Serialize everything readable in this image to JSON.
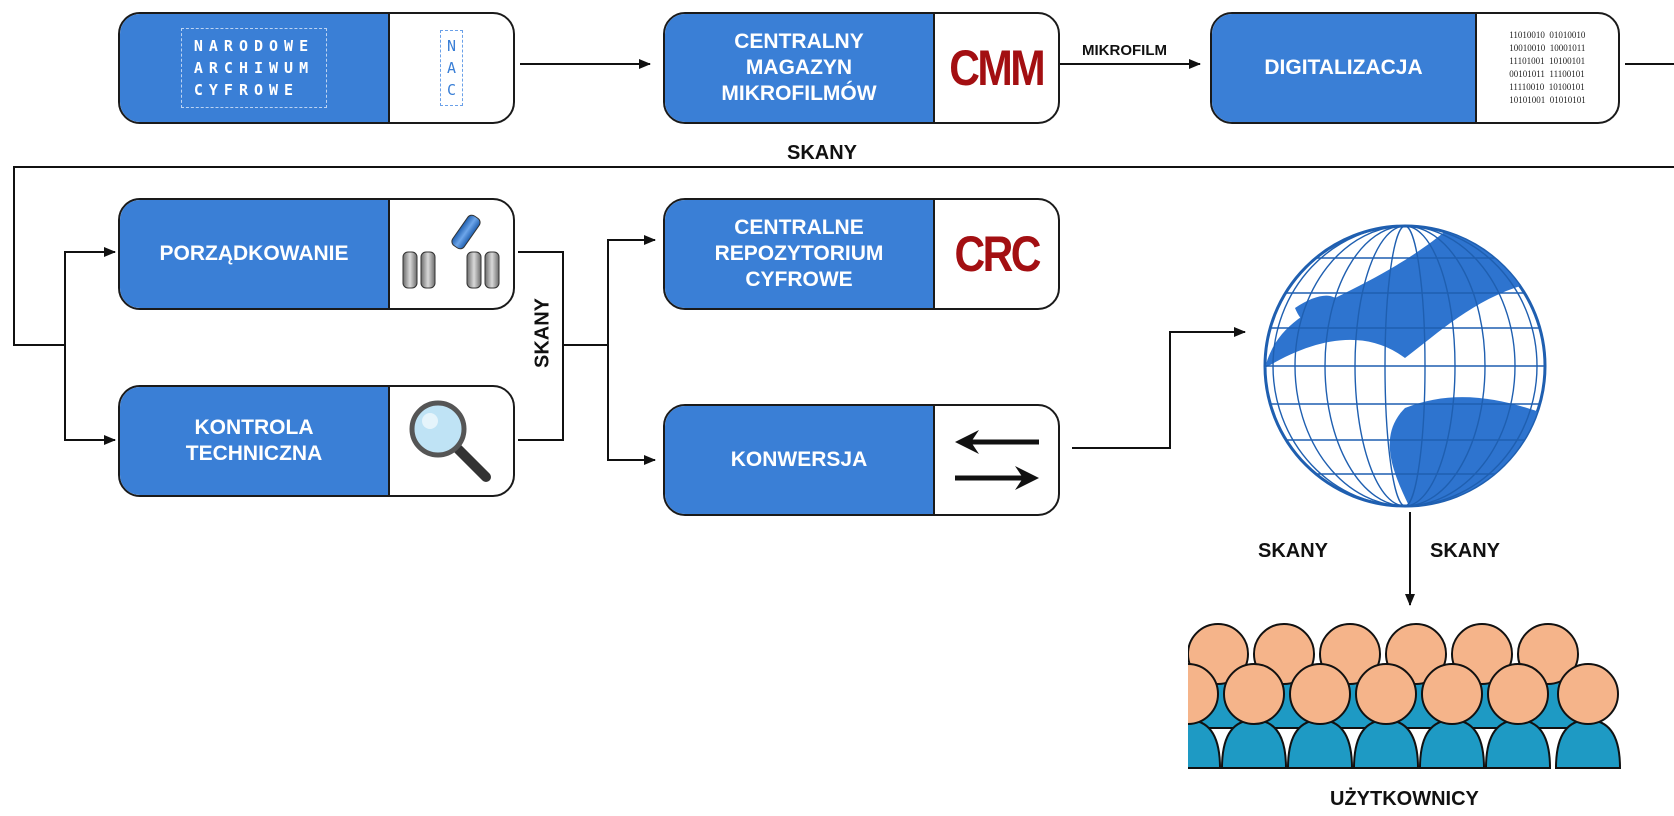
{
  "nodes": {
    "nac": {
      "lines": [
        "NARODOWE",
        "ARCHIWUM",
        "CYFROWE"
      ],
      "abbr": [
        "N",
        "A",
        "C"
      ]
    },
    "cmm": {
      "label": "CENTRALNY\nMAGAZYN\nMIKROFILMÓW",
      "badge": "CMM"
    },
    "digitalizacja": {
      "label": "DIGITALIZACJA",
      "binary": "11010010  01010010\n10010010  10001011\n11101001  10100101\n00101011  11100101\n11110010  10100101\n10101001  01010101"
    },
    "porzadkowanie": {
      "label": "PORZĄDKOWANIE"
    },
    "kontrola": {
      "label": "KONTROLA\nTECHNICZNA"
    },
    "crc": {
      "label": "CENTRALNE\nREPOZYTORIUM\nCYFROWE",
      "badge": "CRC"
    },
    "konwersja": {
      "label": "KONWERSJA"
    }
  },
  "edge_labels": {
    "mikrofilm": "MIKROFILM",
    "skany_top": "SKANY",
    "skany_vertical": "SKANY",
    "skany_left": "SKANY",
    "skany_right": "SKANY"
  },
  "users_label": "UŻYTKOWNICY",
  "colors": {
    "box_blue": "#3a7fd6",
    "badge_red": "#a30f12",
    "user_head": "#f5b48a",
    "user_body": "#1e9ac4"
  },
  "icons": [
    "sorting-icon",
    "magnifier-icon",
    "conversion-arrows-icon",
    "globe-icon",
    "users-icon"
  ]
}
